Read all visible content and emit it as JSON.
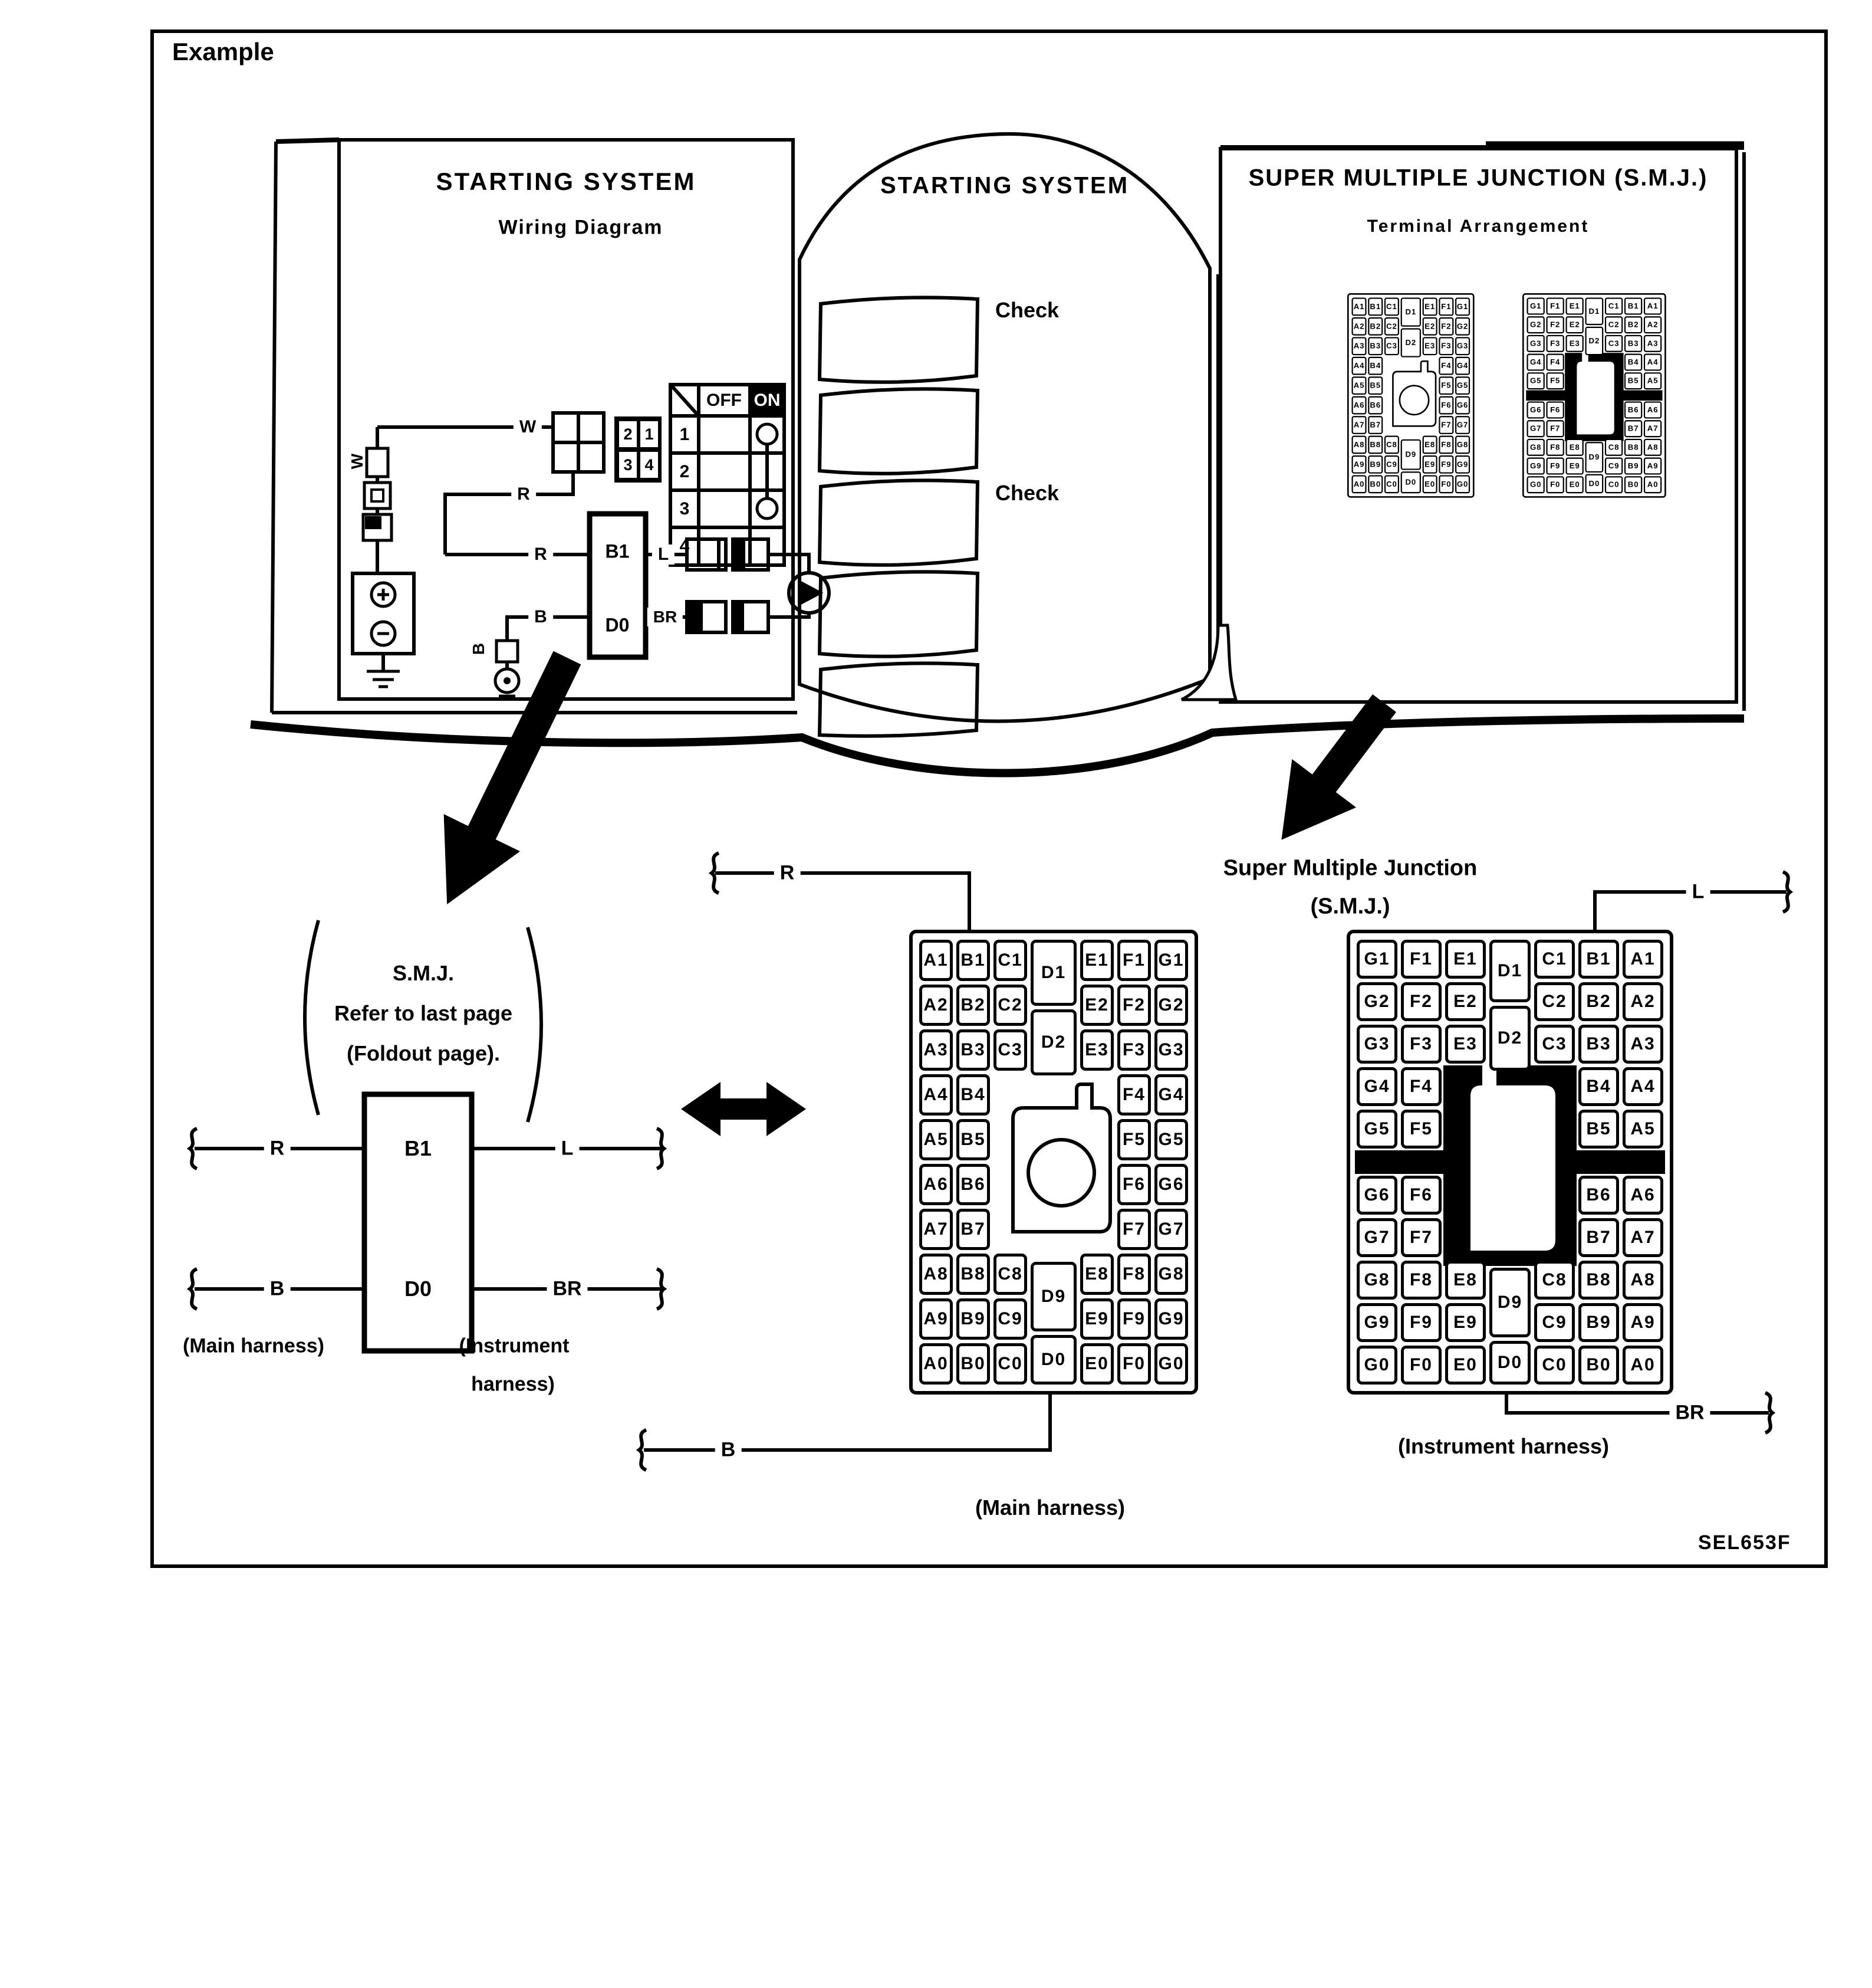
{
  "example_label": "Example",
  "figure_code": "SEL653F",
  "book": {
    "left_page": {
      "title": "STARTING SYSTEM",
      "subtitle": "Wiring Diagram",
      "wire_w": "W",
      "wire_w_vert": "W",
      "wire_r_upper": "R",
      "wire_r_lower": "R",
      "wire_b": "B",
      "wire_b_vert": "B",
      "wire_l": "L",
      "wire_br": "BR",
      "smj_top": "B1",
      "smj_bottom": "D0",
      "pins": [
        "2",
        "1",
        "3",
        "4"
      ],
      "switch": {
        "off": "OFF",
        "on": "ON",
        "rows": [
          "1",
          "2",
          "3",
          "4"
        ]
      }
    },
    "middle_page": {
      "title": "STARTING SYSTEM",
      "check_top": "Check",
      "check_bottom": "Check"
    },
    "right_page": {
      "title": "SUPER MULTIPLE JUNCTION (S.M.J.)",
      "subtitle": "Terminal Arrangement"
    }
  },
  "junction_label": [
    "Super Multiple Junction",
    "(S.M.J.)"
  ],
  "callout": {
    "note": [
      "S.M.J.",
      "Refer to last page",
      "(Foldout page)."
    ],
    "terminal_top": "B1",
    "terminal_bottom": "D0",
    "wire_r": "R",
    "wire_l": "L",
    "wire_b": "B",
    "wire_br": "BR",
    "caption_left": "(Main harness)",
    "caption_right": [
      "(Instrument",
      "harness)"
    ]
  },
  "main_grid": {
    "caption": "(Main harness)",
    "wire_top": "R",
    "wire_bottom": "B",
    "columns": [
      "A",
      "B",
      "C",
      "D",
      "E",
      "F",
      "G"
    ],
    "cells": {
      "A": [
        "A1",
        "A2",
        "A3",
        "A4",
        "A5",
        "A6",
        "A7",
        "A8",
        "A9",
        "A0"
      ],
      "B": [
        "B1",
        "B2",
        "B3",
        "B4",
        "B5",
        "B6",
        "B7",
        "B8",
        "B9",
        "B0"
      ],
      "C": [
        "C1",
        "C2",
        "C3",
        "C8",
        "C9",
        "C0"
      ],
      "D": [
        "D1",
        "D2",
        "D9",
        "D0"
      ],
      "E": [
        "E1",
        "E2",
        "E3",
        "E8",
        "E9",
        "E0"
      ],
      "F": [
        "F1",
        "F2",
        "F3",
        "F4",
        "F5",
        "F6",
        "F7",
        "F8",
        "F9",
        "F0"
      ],
      "G": [
        "G1",
        "G2",
        "G3",
        "G4",
        "G5",
        "G6",
        "G7",
        "G8",
        "G9",
        "G0"
      ]
    }
  },
  "instrument_grid": {
    "caption": "(Instrument harness)",
    "wire_top": "L",
    "wire_bottom": "BR",
    "columns": [
      "G",
      "F",
      "E",
      "D",
      "C",
      "B",
      "A"
    ],
    "cells": {
      "A": [
        "A1",
        "A2",
        "A3",
        "A4",
        "A5",
        "A6",
        "A7",
        "A8",
        "A9",
        "A0"
      ],
      "B": [
        "B1",
        "B2",
        "B3",
        "B4",
        "B5",
        "B6",
        "B7",
        "B8",
        "B9",
        "B0"
      ],
      "C": [
        "C1",
        "C2",
        "C3",
        "C8",
        "C9",
        "C0"
      ],
      "D": [
        "D1",
        "D2",
        "D9",
        "D0"
      ],
      "E": [
        "E1",
        "E2",
        "E3",
        "E8",
        "E9",
        "E0"
      ],
      "F": [
        "F1",
        "F2",
        "F3",
        "F4",
        "F5",
        "F6",
        "F7",
        "F8",
        "F9",
        "F0"
      ],
      "G": [
        "G1",
        "G2",
        "G3",
        "G4",
        "G5",
        "G6",
        "G7",
        "G8",
        "G9",
        "G0"
      ]
    }
  }
}
